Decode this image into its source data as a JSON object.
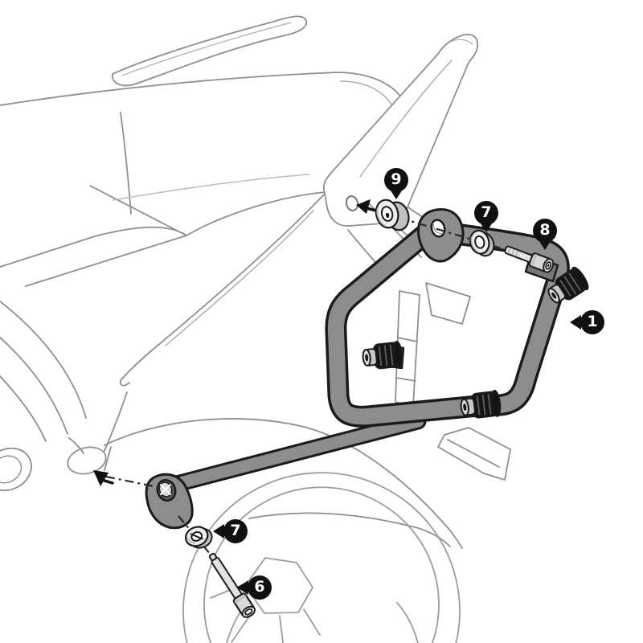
{
  "colors": {
    "background": "#ffffff",
    "lineart": "#8f8f8f",
    "rack_fill": "#8d8d8d",
    "rack_outline": "#1b1b1b",
    "buffer_black": "#141414",
    "hardware_light": "#e8e8e8",
    "callout_bg": "#101010",
    "callout_fg": "#ffffff"
  },
  "callouts": [
    {
      "label": "9",
      "part": "spacer-bushing-upper",
      "tail": "down"
    },
    {
      "label": "7",
      "part": "washer-upper",
      "tail": "down"
    },
    {
      "label": "8",
      "part": "bolt-upper",
      "tail": "down"
    },
    {
      "label": "1",
      "part": "side-case-rack-frame",
      "tail": "left"
    },
    {
      "label": "7",
      "part": "washer-lower",
      "tail": "left"
    },
    {
      "label": "6",
      "part": "bolt-lower",
      "tail": "left"
    }
  ]
}
